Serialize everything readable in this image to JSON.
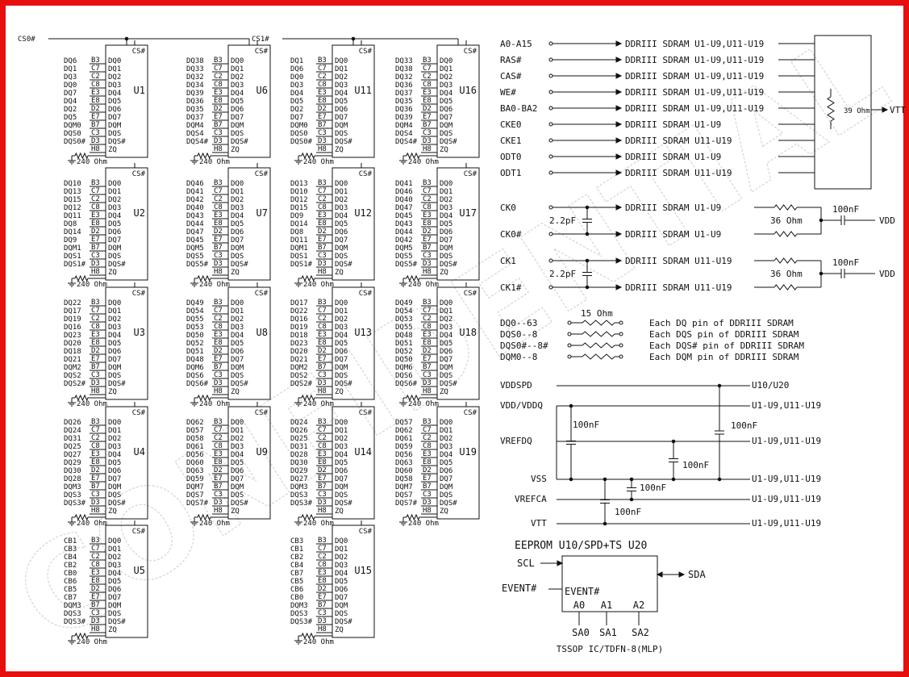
{
  "watermark": "CONFIDENTIAL",
  "colors": {
    "border": "#e8100e",
    "line": "#111111"
  },
  "cs_labels": {
    "cs0": "CS0#",
    "cs1": "CS1#"
  },
  "chip_pins_in": [
    "B3",
    "C7",
    "C2",
    "C8",
    "E3",
    "E8",
    "D2",
    "E7",
    "B7",
    "C3",
    "D3",
    "H8"
  ],
  "chip_pins_out": [
    "DQ0",
    "DQ1",
    "DQ2",
    "DQ3",
    "DQ4",
    "DQ5",
    "DQ6",
    "DQ7",
    "DQM",
    "DQS",
    "DQS#",
    "ZQ"
  ],
  "cs_pin": "CS#",
  "zq_res": "240 Ohm",
  "chips": [
    {
      "name": "U1",
      "nets": [
        "DQ6",
        "DQ1",
        "DQ3",
        "DQ0",
        "DQ7",
        "DQ4",
        "DQ2",
        "DQ5",
        "DQM0",
        "DQS0",
        "DQS0#"
      ]
    },
    {
      "name": "U2",
      "nets": [
        "DQ10",
        "DQ13",
        "DQ15",
        "DQ12",
        "DQ11",
        "DQ8",
        "DQ14",
        "DQ9",
        "DQM1",
        "DQS1",
        "DQS1#"
      ]
    },
    {
      "name": "U3",
      "nets": [
        "DQ22",
        "DQ17",
        "DQ19",
        "DQ16",
        "DQ23",
        "DQ20",
        "DQ18",
        "DQ21",
        "DQM2",
        "DQS2",
        "DQS2#"
      ]
    },
    {
      "name": "U4",
      "nets": [
        "DQ26",
        "DQ24",
        "DQ31",
        "DQ25",
        "DQ27",
        "DQ29",
        "DQ30",
        "DQ28",
        "DQM3",
        "DQS3",
        "DQS3#"
      ]
    },
    {
      "name": "U5",
      "nets": [
        "CB1",
        "CB3",
        "CB4",
        "CB2",
        "CB0",
        "CB6",
        "CB5",
        "CB7",
        "DQM3",
        "DQS3",
        "DQS3#"
      ]
    },
    {
      "name": "U6",
      "nets": [
        "DQ38",
        "DQ33",
        "DQ32",
        "DQ34",
        "DQ39",
        "DQ36",
        "DQ35",
        "DQ37",
        "DQM4",
        "DQS4",
        "DQS4#"
      ]
    },
    {
      "name": "U7",
      "nets": [
        "DQ46",
        "DQ41",
        "DQ42",
        "DQ40",
        "DQ43",
        "DQ44",
        "DQ47",
        "DQ45",
        "DQM5",
        "DQS5",
        "DQS5#"
      ]
    },
    {
      "name": "U8",
      "nets": [
        "DQ49",
        "DQ54",
        "DQ55",
        "DQ53",
        "DQ50",
        "DQ52",
        "DQ51",
        "DQ48",
        "DQM6",
        "DQS6",
        "DQS6#"
      ]
    },
    {
      "name": "U9",
      "nets": [
        "DQ62",
        "DQ57",
        "DQ58",
        "DQ61",
        "DQ56",
        "DQ60",
        "DQ63",
        "DQ59",
        "DQM7",
        "DQS7",
        "DQS7#"
      ]
    },
    {
      "name": "U11",
      "nets": [
        "DQ1",
        "DQ6",
        "DQ0",
        "DQ3",
        "DQ4",
        "DQ5",
        "DQ2",
        "DQ7",
        "DQM0",
        "DQS0",
        "DQS0#"
      ]
    },
    {
      "name": "U12",
      "nets": [
        "DQ13",
        "DQ10",
        "DQ12",
        "DQ15",
        "DQ9",
        "DQ14",
        "DQ8",
        "DQ11",
        "DQM1",
        "DQS1",
        "DQS1#"
      ]
    },
    {
      "name": "U13",
      "nets": [
        "DQ17",
        "DQ22",
        "DQ16",
        "DQ19",
        "DQ18",
        "DQ23",
        "DQ20",
        "DQ21",
        "DQM2",
        "DQS2",
        "DQS2#"
      ]
    },
    {
      "name": "U14",
      "nets": [
        "DQ24",
        "DQ26",
        "DQ25",
        "DQ31",
        "DQ28",
        "DQ30",
        "DQ29",
        "DQ27",
        "DQM3",
        "DQS3",
        "DQS3#"
      ]
    },
    {
      "name": "U15",
      "nets": [
        "CB3",
        "CB1",
        "CB2",
        "CB4",
        "CB7",
        "CB5",
        "CB6",
        "CB0",
        "DQM3",
        "DQS3",
        "DQS3#"
      ]
    },
    {
      "name": "U16",
      "nets": [
        "DQ33",
        "DQ38",
        "DQ32",
        "DQ36",
        "DQ37",
        "DQ35",
        "DQ36",
        "DQ39",
        "DQM4",
        "DQS4",
        "DQS4#"
      ]
    },
    {
      "name": "U17",
      "nets": [
        "DQ41",
        "DQ46",
        "DQ40",
        "DQ47",
        "DQ45",
        "DQ43",
        "DQ44",
        "DQ42",
        "DQM5",
        "DQS5",
        "DQS5#"
      ]
    },
    {
      "name": "U18",
      "nets": [
        "DQ49",
        "DQ54",
        "DQ53",
        "DQ55",
        "DQ48",
        "DQ51",
        "DQ52",
        "DQ50",
        "DQM6",
        "DQS6",
        "DQS6#"
      ]
    },
    {
      "name": "U19",
      "nets": [
        "DQ57",
        "DQ62",
        "DQ61",
        "DQ59",
        "DQ56",
        "DQ63",
        "DQ60",
        "DQ58",
        "DQM7",
        "DQS7",
        "DQS7#"
      ]
    }
  ],
  "addr_signals": [
    {
      "label": "A0-A15",
      "dest": "DDRIII SDRAM U1-U9,U11-U19"
    },
    {
      "label": "RAS#",
      "dest": "DDRIII SDRAM U1-U9,U11-U19"
    },
    {
      "label": "CAS#",
      "dest": "DDRIII SDRAM U1-U9,U11-U19"
    },
    {
      "label": "WE#",
      "dest": "DDRIII SDRAM U1-U9,U11-U19"
    },
    {
      "label": "BA0-BA2",
      "dest": "DDRIII SDRAM U1-U9,U11-U19"
    },
    {
      "label": "CKE0",
      "dest": "DDRIII SDRAM U1-U9"
    },
    {
      "label": "CKE1",
      "dest": "DDRIII SDRAM U11-U19"
    },
    {
      "label": "ODT0",
      "dest": "DDRIII SDRAM U1-U9"
    },
    {
      "label": "ODT1",
      "dest": "DDRIII SDRAM U11-U19"
    }
  ],
  "term": {
    "res": "39 Ohm",
    "vtt": "VTT"
  },
  "clocks": [
    {
      "pos": "CK0",
      "neg": "CK0#",
      "cap": "2.2pF",
      "dest": "DDRIII SDRAM U1-U9",
      "res": "36 Ohm",
      "cap2": "100nF",
      "vdd": "VDD"
    },
    {
      "pos": "CK1",
      "neg": "CK1#",
      "cap": "2.2pF",
      "dest": "DDRIII SDRAM U11-U19",
      "res": "36 Ohm",
      "cap2": "100nF",
      "vdd": "VDD"
    }
  ],
  "series_res": {
    "label": "15 Ohm",
    "rows": [
      {
        "sig": "DQ0--63",
        "desc": "Each DQ pin of DDRIII SDRAM"
      },
      {
        "sig": "DQS0--8",
        "desc": "Each DQS pin of DDRIII SDRAM"
      },
      {
        "sig": "DQS0#--8#",
        "desc": "Each DQS# pin of DDRIII SDRAM"
      },
      {
        "sig": "DQM0--8",
        "desc": "Each DQM pin of DDRIII SDRAM"
      }
    ]
  },
  "power": {
    "vddspd": "VDDSPD",
    "u10": "U10/U20",
    "vdd": "VDD/VDDQ",
    "vrefdq": "VREFDQ",
    "vss": "VSS",
    "vrefca": "VREFCA",
    "vtt": "VTT",
    "dest": "U1-U9,U11-U19",
    "cap": "100nF"
  },
  "eeprom": {
    "title": "EEPROM U10/SPD+TS U20",
    "scl": "SCL",
    "event_ext": "EVENT#",
    "event_in": "EVENT#",
    "sda": "SDA",
    "pins": [
      "A0",
      "A1",
      "A2"
    ],
    "sa": [
      "SA0",
      "SA1",
      "SA2"
    ],
    "pkg": "TSSOP IC/TDFN-8(MLP)"
  }
}
